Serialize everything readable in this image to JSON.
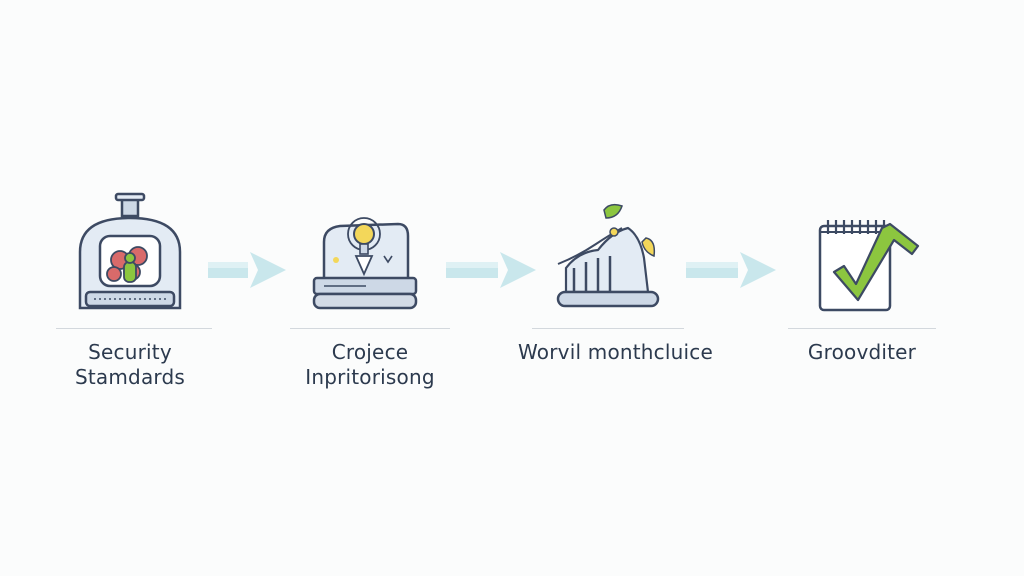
{
  "steps": [
    {
      "icon": "lock-machine-icon",
      "label_lines": [
        "Security",
        "Stamdards"
      ]
    },
    {
      "icon": "laptop-idea-icon",
      "label_lines": [
        "Crojece",
        "Inpritorisong"
      ]
    },
    {
      "icon": "growth-chart-icon",
      "label_lines": [
        "Worvil monthcluice"
      ]
    },
    {
      "icon": "checklist-icon",
      "label_lines": [
        "Groovditer"
      ]
    }
  ],
  "colors": {
    "outline": "#3d4a63",
    "fill_light": "#e3ebf4",
    "fill_mid": "#cdd8e6",
    "accent_green": "#8cc63f",
    "accent_yellow": "#f3d75a",
    "accent_red": "#d96a6a",
    "arrow": "#c9e7ec",
    "text": "#2c3a4e"
  }
}
